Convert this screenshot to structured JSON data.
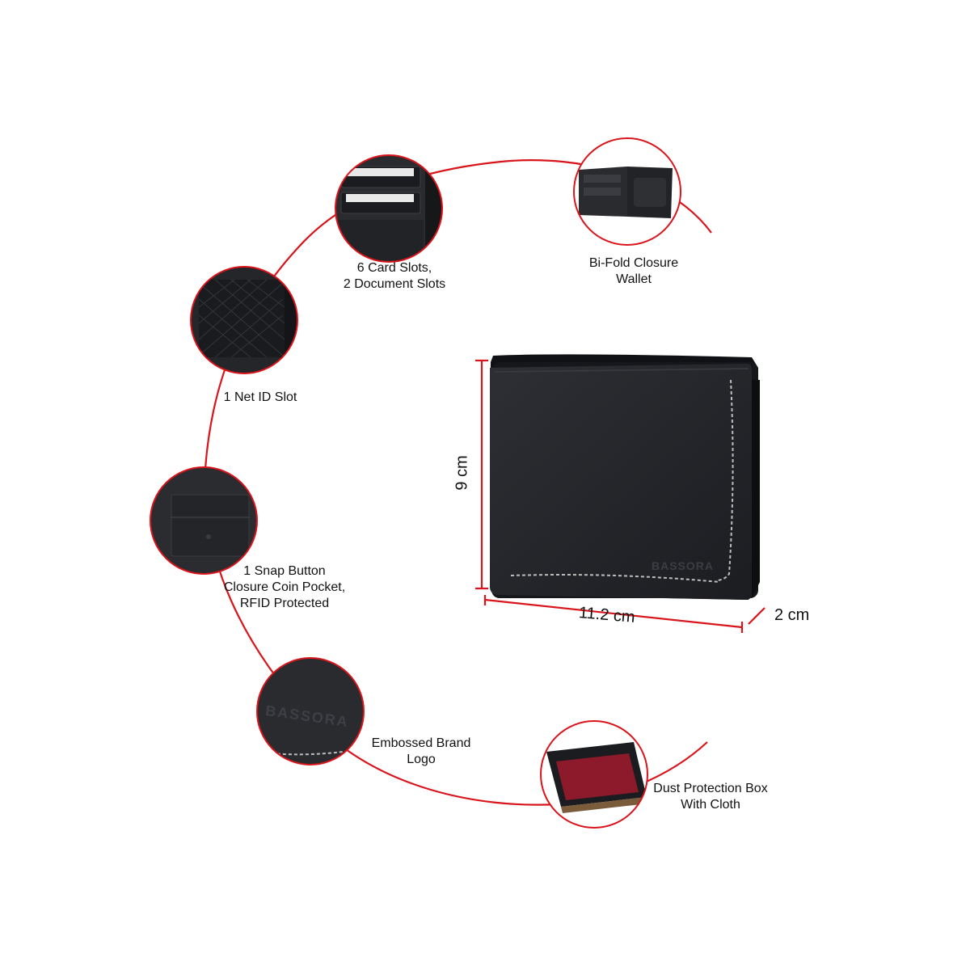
{
  "brand": {
    "embossed_logo_text": "BASSORA"
  },
  "colors": {
    "accent_red": "#d9141b",
    "leather": "#26282c",
    "leather_dark": "#141518",
    "stitch": "#bdbdbd",
    "box_inner": "#8c1a2a"
  },
  "features": [
    {
      "id": "card-slots",
      "icon": "card-slots-icon",
      "lines": [
        "6 Card Slots,",
        "2 Document Slots"
      ]
    },
    {
      "id": "bifold",
      "icon": "bifold-wallet-icon",
      "lines": [
        "Bi-Fold Closure",
        "Wallet"
      ]
    },
    {
      "id": "net-id",
      "icon": "net-id-slot-icon",
      "lines": [
        "1 Net ID Slot"
      ]
    },
    {
      "id": "coin-pocket",
      "icon": "coin-pocket-icon",
      "lines": [
        "1 Snap Button",
        "Closure Coin Pocket,",
        "RFID Protected"
      ]
    },
    {
      "id": "logo",
      "icon": "embossed-logo-icon",
      "lines": [
        "Embossed Brand",
        "Logo"
      ]
    },
    {
      "id": "box",
      "icon": "gift-box-icon",
      "lines": [
        "Dust Protection Box",
        "With Cloth"
      ]
    }
  ],
  "dimensions": {
    "height": "9 cm",
    "width": "11.2 cm",
    "depth": "2 cm"
  }
}
